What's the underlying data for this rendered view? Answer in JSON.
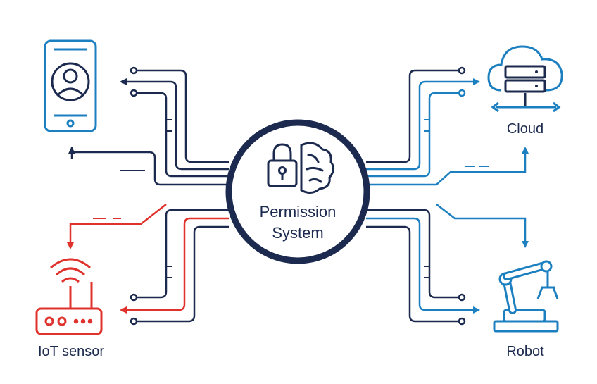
{
  "center": {
    "line1": "Permission",
    "line2": "System"
  },
  "nodes": {
    "phone": {
      "label": ""
    },
    "cloud": {
      "label": "Cloud"
    },
    "iot": {
      "label": "IoT sensor"
    },
    "robot": {
      "label": "Robot"
    }
  },
  "colors": {
    "navy": "#1b2a4e",
    "blue": "#1c7fc0",
    "red": "#e0322c",
    "white": "#ffffff"
  }
}
